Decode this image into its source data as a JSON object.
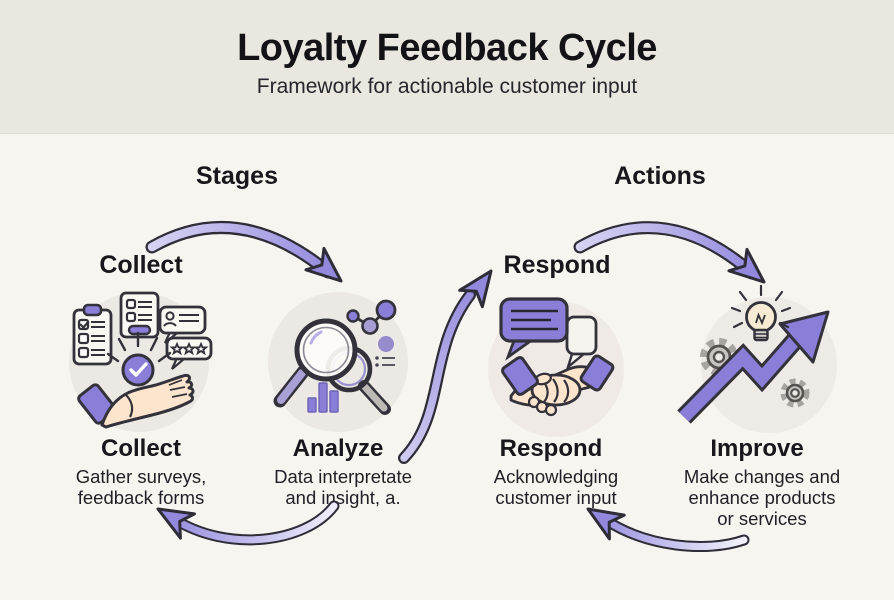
{
  "header": {
    "title": "Loyalty Feedback Cycle",
    "subtitle": "Framework for actionable customer input"
  },
  "groups": {
    "stages": "Stages",
    "actions": "Actions"
  },
  "stages": [
    {
      "name": "Collect",
      "description": "Gather surveys,\nfeedback forms",
      "icon": "hand-receiving-feedback-icon"
    },
    {
      "name": "Analyze",
      "description": "Data interpretate\nand insight, a.",
      "icon": "magnifying-glass-analytics-icon"
    },
    {
      "name": "Respond",
      "description": "Acknowledging\ncustomer input",
      "icon": "handshake-chat-icon"
    },
    {
      "name": "Improve",
      "description": "Make changes and\nenhance products\nor services",
      "icon": "growth-arrow-lightbulb-gears-icon"
    }
  ],
  "arrows": [
    "collect-to-analyze-arrow",
    "analyze-to-respond-arrow",
    "respond-to-improve-arrow",
    "analyze-back-to-collect-arrow",
    "improve-back-to-respond-arrow"
  ],
  "colors": {
    "accent_purple": "#8a7ed9",
    "arrow_light_purple": "#b9b1ea",
    "outline": "#2e2d37",
    "header_background": "#eae7e0",
    "body_background": "#f7f5f0",
    "icon_circle_background": "#ece8e3",
    "skin_tone": "#fce4cd",
    "text": "#17171c"
  }
}
